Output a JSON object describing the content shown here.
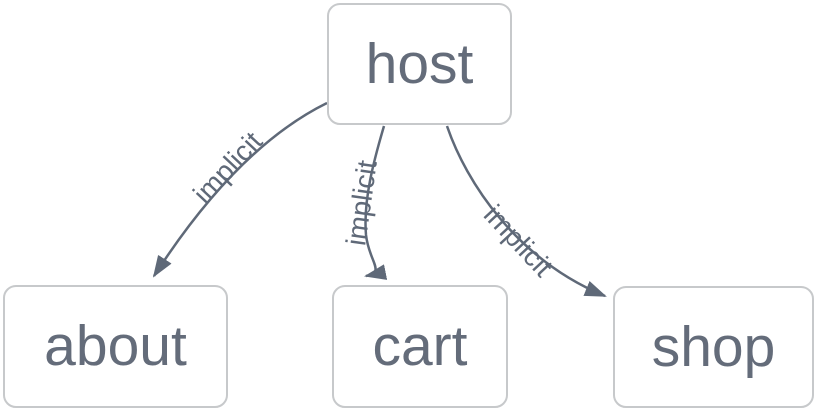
{
  "diagram": {
    "type": "flowchart",
    "direction": "top-down",
    "nodes": [
      {
        "id": "host",
        "label": "host"
      },
      {
        "id": "about",
        "label": "about"
      },
      {
        "id": "cart",
        "label": "cart"
      },
      {
        "id": "shop",
        "label": "shop"
      }
    ],
    "edges": [
      {
        "from": "host",
        "to": "about",
        "label": "implicit",
        "arrow": "filled-triangle"
      },
      {
        "from": "host",
        "to": "cart",
        "label": "implicit",
        "arrow": "filled-triangle"
      },
      {
        "from": "host",
        "to": "shop",
        "label": "implicit",
        "arrow": "filled-triangle"
      }
    ],
    "colors": {
      "background": "#ffffff",
      "node_fill": "#ffffff",
      "node_border": "#c7c9cb",
      "node_text": "#646c7a",
      "edge_stroke": "#5f6978",
      "edge_label_text": "#5f6978"
    }
  }
}
